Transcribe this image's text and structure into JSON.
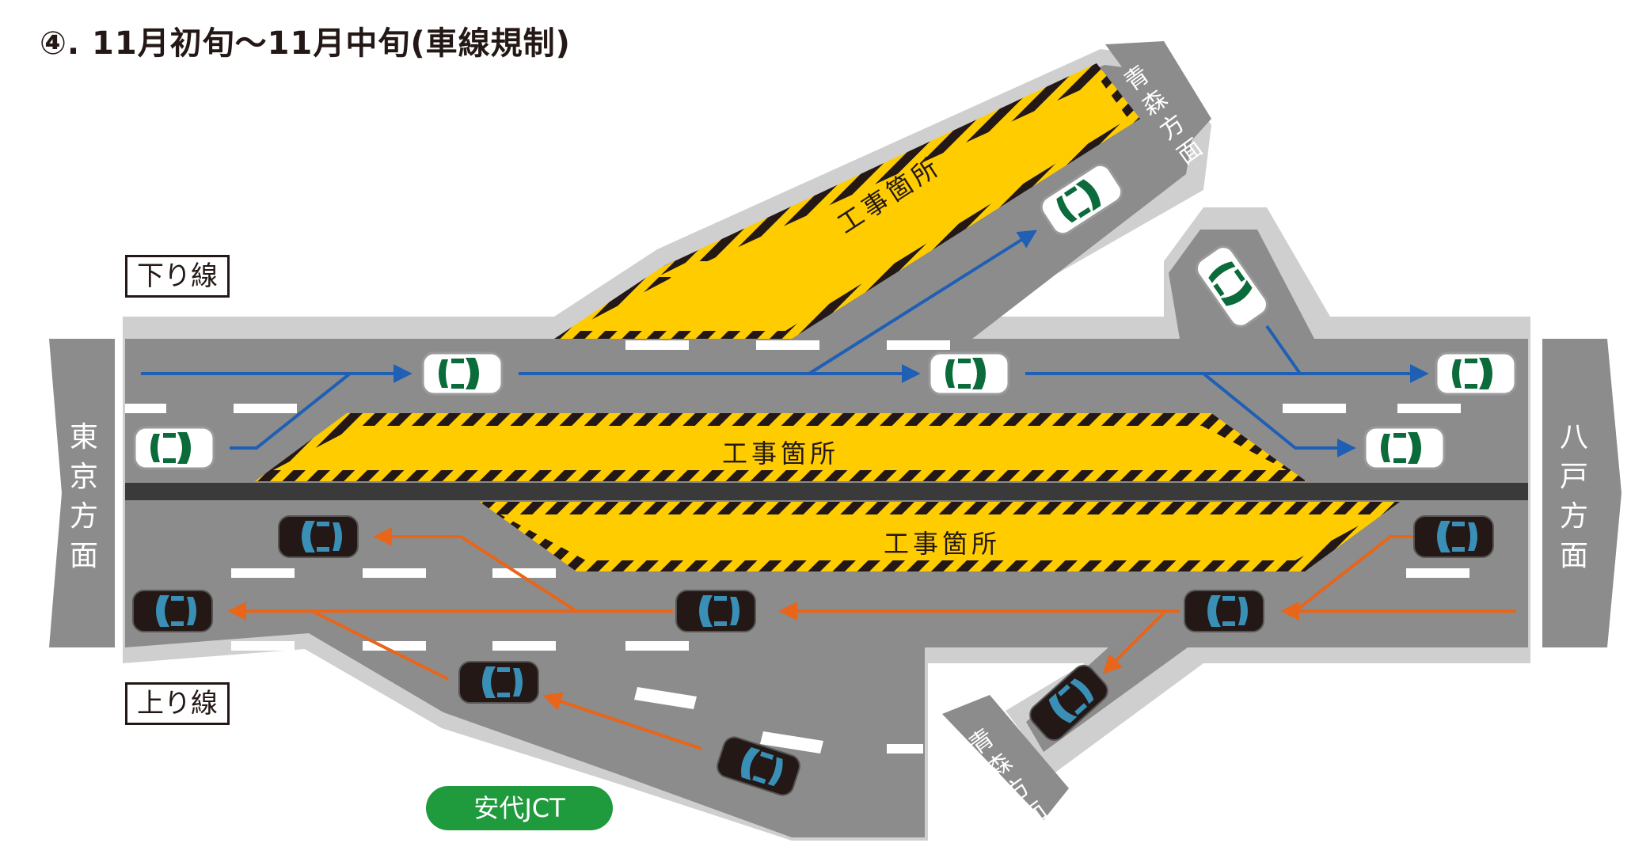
{
  "title": "④. 11月初旬〜11月中旬(車線規制)",
  "labels": {
    "downline": "下り線",
    "upline": "上り線",
    "tokyo": [
      "東",
      "京",
      "方",
      "面"
    ],
    "hachinohe": [
      "八",
      "戸",
      "方",
      "面"
    ],
    "aomori_top": [
      "青",
      "森",
      "方",
      "面"
    ],
    "aomori_bottom": [
      "青",
      "森",
      "方",
      "面"
    ],
    "work_zone": "工事箇所",
    "jct": "安代JCT"
  },
  "colors": {
    "road": "#8c8c8c",
    "road_edge": "#cfcfcf",
    "median": "#3a3a3a",
    "work_zone": "#ffcc00",
    "hazard_stripe": "#231815",
    "down_arrow": "#1f5fb4",
    "up_arrow": "#e8651a",
    "car_white": "#ffffff",
    "car_black": "#231815",
    "car_window_green": "#0b6b3a",
    "car_window_blue": "#3a8fb7",
    "jct_badge": "#1f9a3c"
  }
}
